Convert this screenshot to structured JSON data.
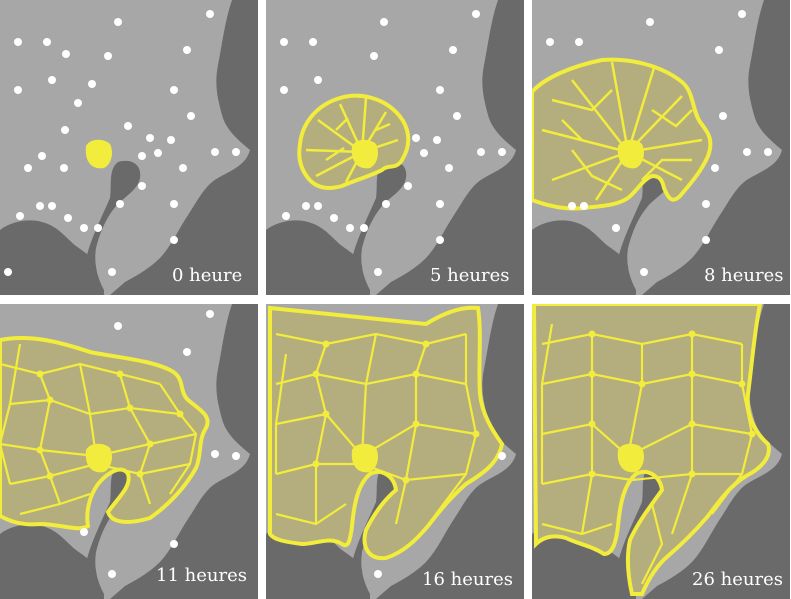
{
  "panels": [
    {
      "label": "0 heure",
      "stage": 0
    },
    {
      "label": "5 heures",
      "stage": 1
    },
    {
      "label": "8 heures",
      "stage": 2
    },
    {
      "label": "11 heures",
      "stage": 3
    },
    {
      "label": "16 heures",
      "stage": 4
    },
    {
      "label": "26 heures",
      "stage": 5
    }
  ],
  "colors": {
    "background": "#ffffff",
    "sea": "#6a6a6a",
    "land": "#a7a7a7",
    "network": "#f2ec3c",
    "network_fill": "#b4ad7e",
    "food_sources": "#ffffff",
    "label": "#ffffff"
  }
}
